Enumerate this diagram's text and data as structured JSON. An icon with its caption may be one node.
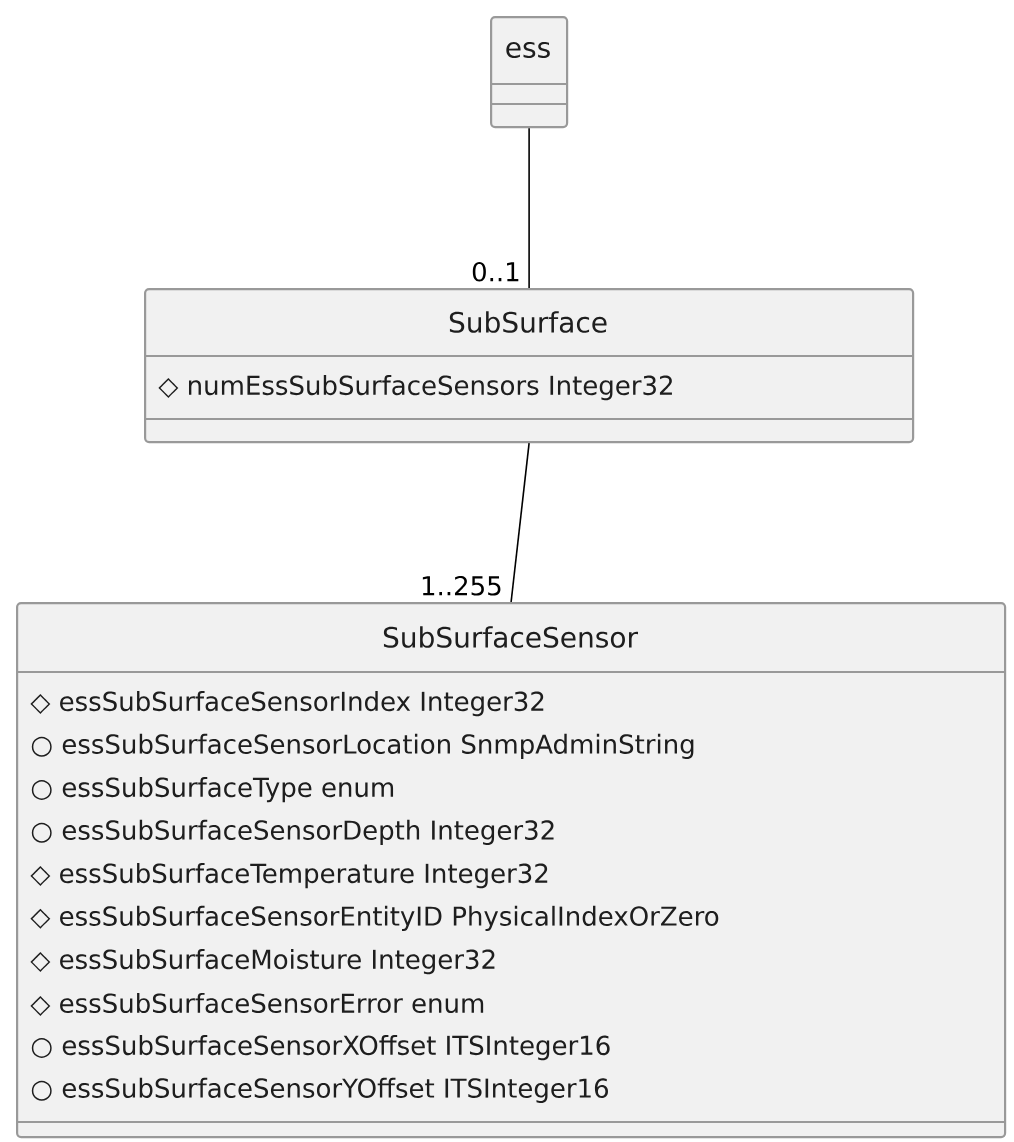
{
  "diagram": {
    "nodes": [
      {
        "text": [
          "ess"
        ]
      },
      {
        "text": [
          "SubSurface",
          "◇ numEssSubSurfaceSensors Integer32"
        ]
      },
      {
        "text": [
          "SubSurfaceSensor",
          "◇ essSubSurfaceSensorIndex Integer32",
          "○ essSubSurfaceSensorLocation SnmpAdminString",
          "○ essSubSurfaceType enum",
          "○ essSubSurfaceSensorDepth Integer32",
          "◇ essSubSurfaceTemperature Integer32",
          "◇ essSubSurfaceSensorEntityID PhysicalIndexOrZero",
          "◇ essSubSurfaceMoisture Integer32",
          "◇ essSubSurfaceSensorError enum",
          "○ essSubSurfaceSensorXOffset ITSInteger16",
          "○ essSubSurfaceSensorYOffset ITSInteger16"
        ]
      }
    ],
    "edges": [
      {
        "from": 0,
        "to": 1,
        "arrow": "none",
        "label": "0..1"
      },
      {
        "from": 1,
        "to": 2,
        "arrow": "none",
        "label": "1..255"
      }
    ]
  }
}
